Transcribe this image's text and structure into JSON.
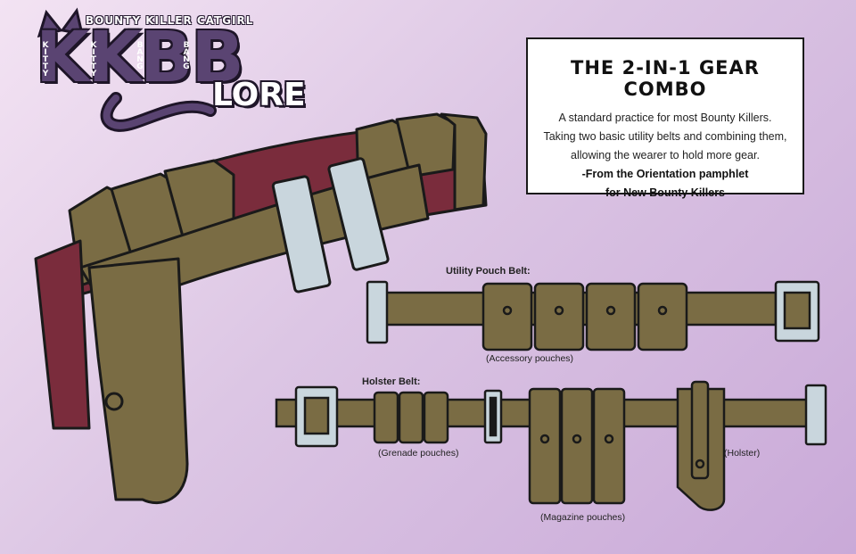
{
  "logo": {
    "top_line": "BOUNTY KILLER CATGIRL",
    "letters": "KKBB",
    "lore": "LORE",
    "vertical_words": [
      "KITTY",
      "KITTY",
      "BANG",
      "BANG"
    ]
  },
  "info_box": {
    "title": "THE 2-IN-1 GEAR COMBO",
    "lines": [
      "A standard practice for most Bounty Killers.",
      "Taking two basic utility belts and combining them,",
      "allowing the wearer to hold more gear."
    ],
    "source_lines": [
      "-From the Orientation pamphlet",
      "for New Bounty Killers"
    ]
  },
  "labels": {
    "utility_belt": "Utility Pouch Belt:",
    "accessory": "(Accessory pouches)",
    "holster_belt": "Holster Belt:",
    "grenade": "(Grenade pouches)",
    "magazine": "(Magazine pouches)",
    "holster": "(Holster)"
  },
  "colors": {
    "olive": "#7a6c44",
    "maroon": "#7a2c3c",
    "buckle": "#c9d6dd",
    "outline": "#1a1a1a",
    "logo_purple": "#5a4472"
  }
}
